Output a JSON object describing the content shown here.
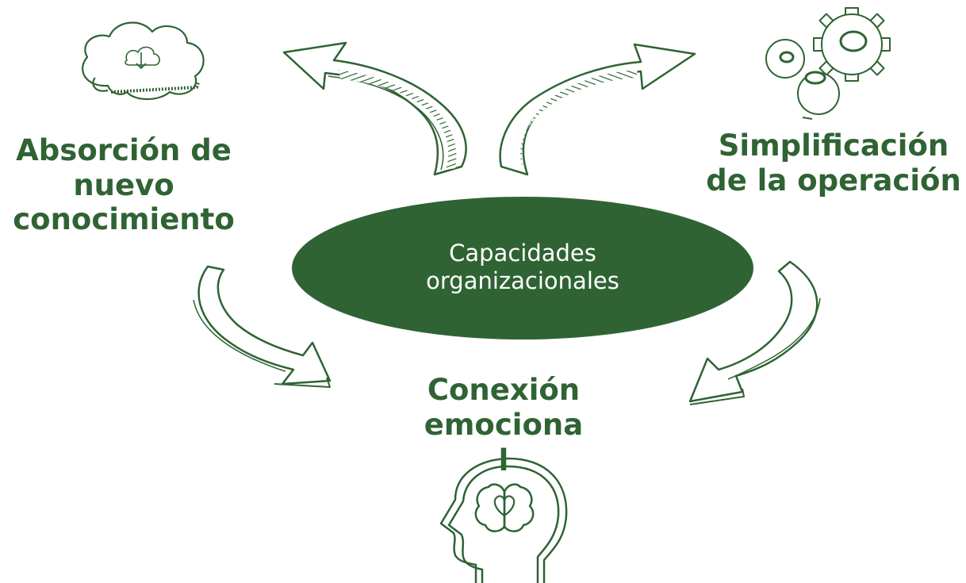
{
  "center": {
    "line1": "Capacidades",
    "line2": "organizacionales",
    "fill": "#2f6334"
  },
  "nodes": {
    "left": {
      "line1": "Absorción de",
      "line2": "nuevo",
      "line3": "conocimiento",
      "icon": "cloud-download-icon"
    },
    "right": {
      "line1": "Simplificación",
      "line2": "de la operación",
      "icon": "gears-icon"
    },
    "bottom": {
      "line1": "Conexión",
      "line2": "emociona",
      "line3": "l",
      "icon": "head-brain-heart-icon"
    }
  },
  "colors": {
    "accent": "#2f6334",
    "arrow_fill": "#ffffff",
    "hatch": "#2f6334"
  }
}
